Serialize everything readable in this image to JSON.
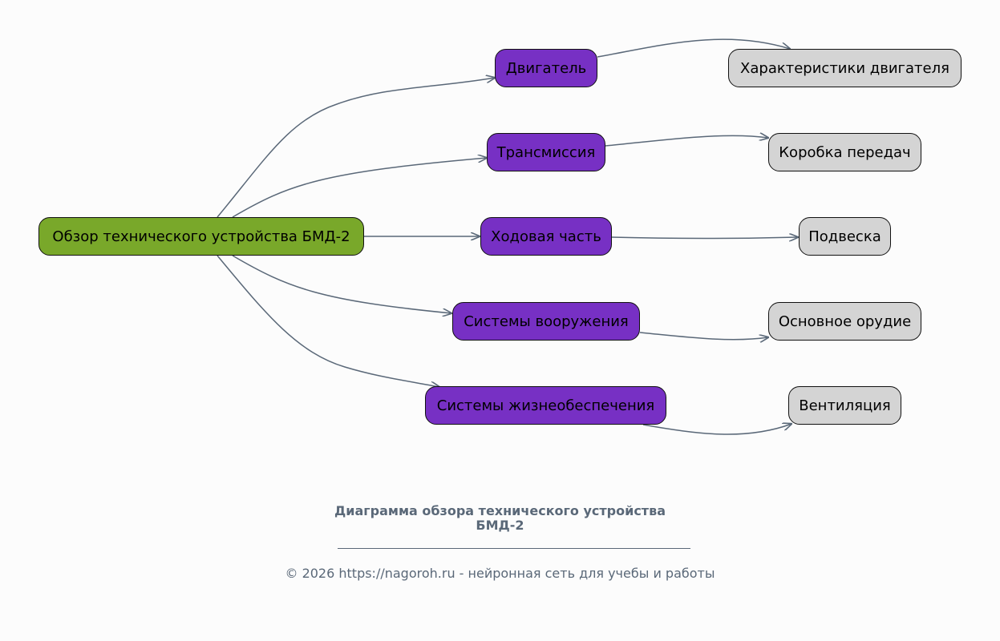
{
  "diagram": {
    "root": {
      "label": "Обзор технического устройства БМД-2"
    },
    "branches": [
      {
        "label": "Двигатель",
        "child": "Характеристики двигателя"
      },
      {
        "label": "Трансмиссия",
        "child": "Коробка передач"
      },
      {
        "label": "Ходовая часть",
        "child": "Подвеска"
      },
      {
        "label": "Системы вооружения",
        "child": "Основное орудие"
      },
      {
        "label": "Системы жизнеобеспечения",
        "child": "Вентиляция"
      }
    ]
  },
  "caption": {
    "line1": "Диаграмма обзора технического устройства",
    "line2": "БМД-2"
  },
  "footer": {
    "text": "© 2026 https://nagoroh.ru - нейронная сеть для учебы и работы"
  },
  "colors": {
    "root": "#79a82a",
    "branch": "#7730c4",
    "leaf": "#d4d4d4",
    "edge": "#5a6878",
    "background": "#fcfcfc"
  }
}
